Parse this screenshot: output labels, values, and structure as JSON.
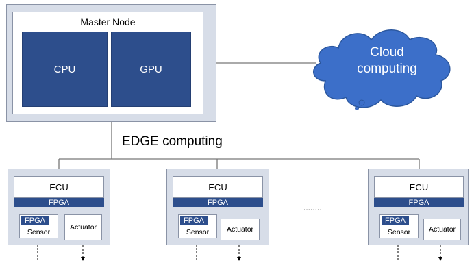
{
  "master_node": {
    "title": "Master Node",
    "cpu_label": "CPU",
    "gpu_label": "GPU"
  },
  "cloud": {
    "line1": "Cloud",
    "line2": "computing"
  },
  "edge_label": "EDGE computing",
  "units": [
    {
      "ecu": "ECU",
      "fpga": "FPGA",
      "sensor_fpga": "FPGA",
      "sensor": "Sensor",
      "actuator": "Actuator"
    },
    {
      "ecu": "ECU",
      "fpga": "FPGA",
      "sensor_fpga": "FPGA",
      "sensor": "Sensor",
      "actuator": "Actuator"
    },
    {
      "ecu": "ECU",
      "fpga": "FPGA",
      "sensor_fpga": "FPGA",
      "sensor": "Sensor",
      "actuator": "Actuator"
    }
  ],
  "ellipsis": "........",
  "colors": {
    "node_fill": "#d7dde8",
    "block_blue": "#2d4e8c",
    "cloud_blue": "#3c6fc9"
  }
}
